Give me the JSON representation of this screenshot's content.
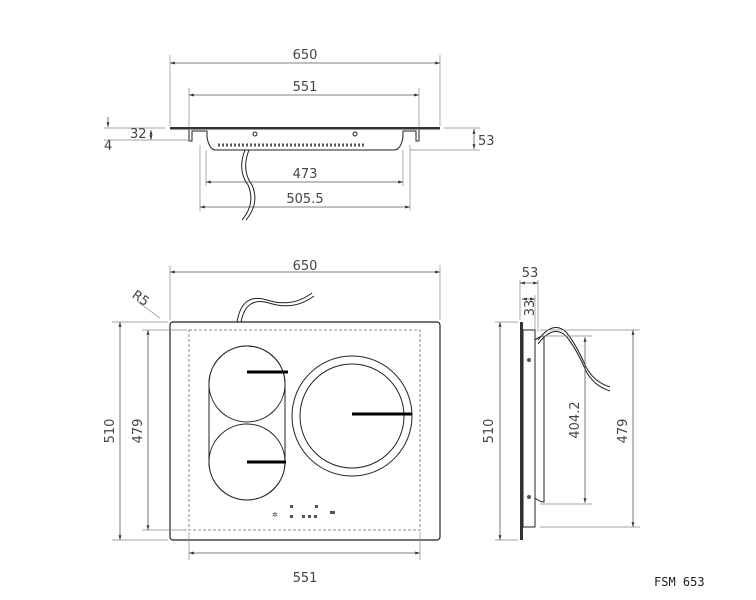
{
  "model": "FSM 653",
  "side_section": {
    "width_total": "650",
    "cutout_width": "551",
    "glass_thickness": "4",
    "depth_below": "32",
    "overall_height": "53",
    "inner_width": "473",
    "body_width": "505.5"
  },
  "top_view": {
    "width_total": "650",
    "corner_radius": "R5",
    "height_total": "510",
    "cutout_height": "479",
    "cutout_width": "551"
  },
  "profile_view": {
    "height_total": "53",
    "body_height": "33",
    "length_total": "510",
    "cutout_length": "479",
    "body_length": "404.2"
  },
  "colors": {
    "line": "#222222",
    "dimension": "#555555",
    "heating_bar": "#000000"
  }
}
